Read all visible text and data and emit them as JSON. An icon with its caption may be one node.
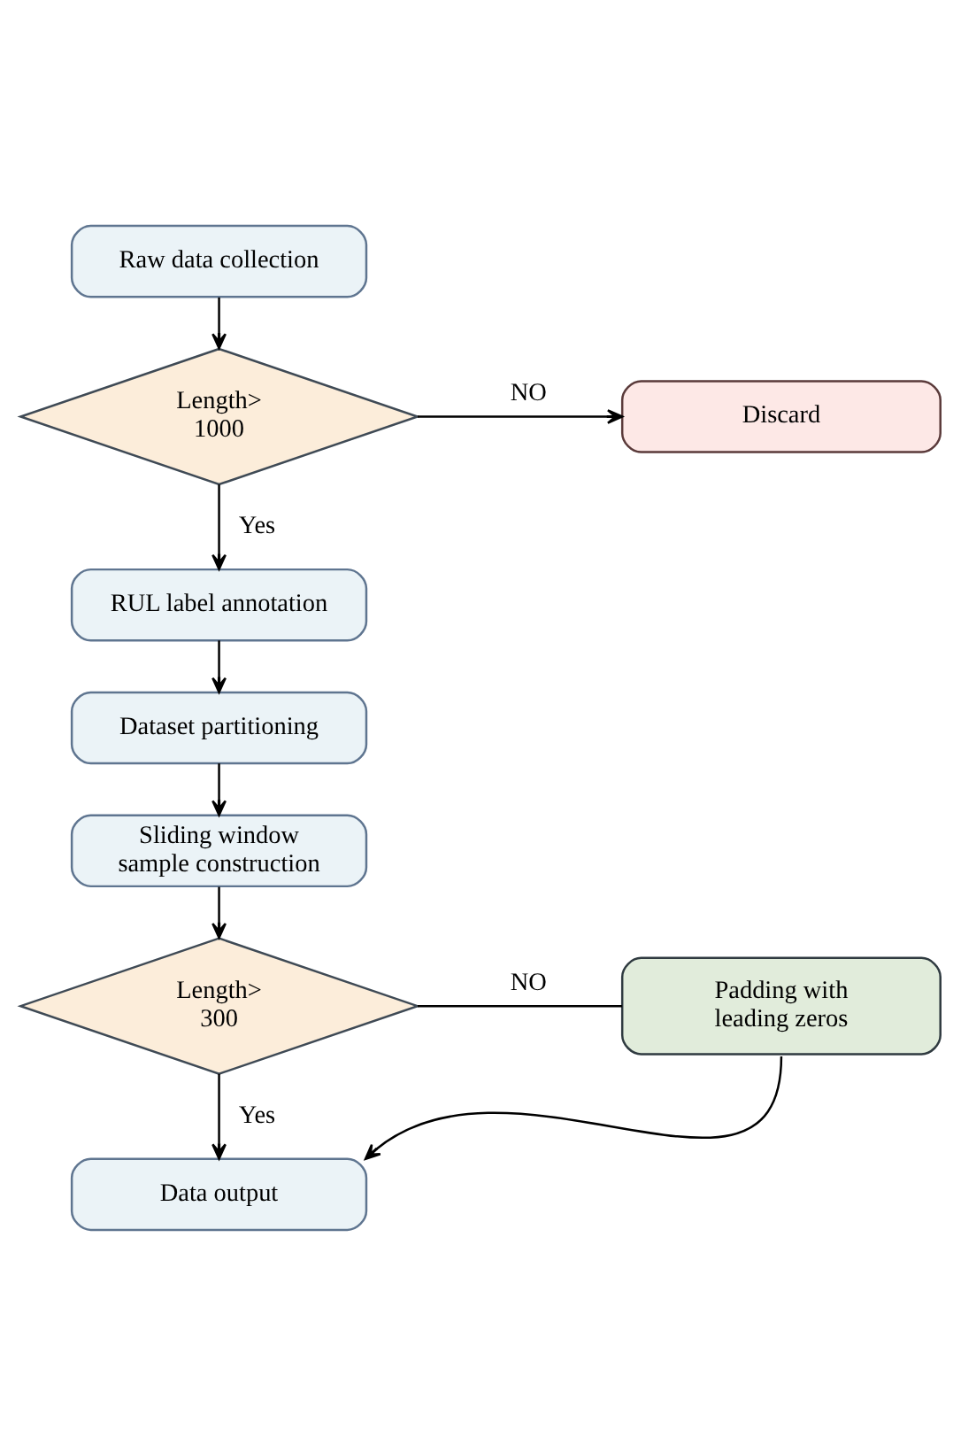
{
  "diagram": {
    "nodes": [
      {
        "text": [
          "Raw data collection"
        ]
      },
      {
        "text": [
          "Length> 1000"
        ]
      },
      {
        "text": [
          "Discard"
        ]
      },
      {
        "text": [
          "RUL label annotation"
        ]
      },
      {
        "text": [
          "Dataset partitioning"
        ]
      },
      {
        "text": [
          "Sliding window sample construction"
        ]
      },
      {
        "text": [
          "Length> 300"
        ]
      },
      {
        "text": [
          "Padding with leading zeros"
        ]
      },
      {
        "text": [
          "Data output"
        ]
      }
    ],
    "edges": [
      {
        "from": 0,
        "to": 1,
        "arrow": "to"
      },
      {
        "from": 1,
        "to": 2,
        "arrow": "to",
        "label": "NO"
      },
      {
        "from": 1,
        "to": 3,
        "arrow": "to",
        "label": "Yes"
      },
      {
        "from": 3,
        "to": 4,
        "arrow": "to"
      },
      {
        "from": 4,
        "to": 5,
        "arrow": "to"
      },
      {
        "from": 5,
        "to": 6,
        "arrow": "to"
      },
      {
        "from": 6,
        "to": 7,
        "arrow": "none",
        "label": "NO"
      },
      {
        "from": 6,
        "to": 8,
        "arrow": "to",
        "label": "Yes"
      },
      {
        "from": 7,
        "to": 8,
        "arrow": "to"
      }
    ]
  }
}
